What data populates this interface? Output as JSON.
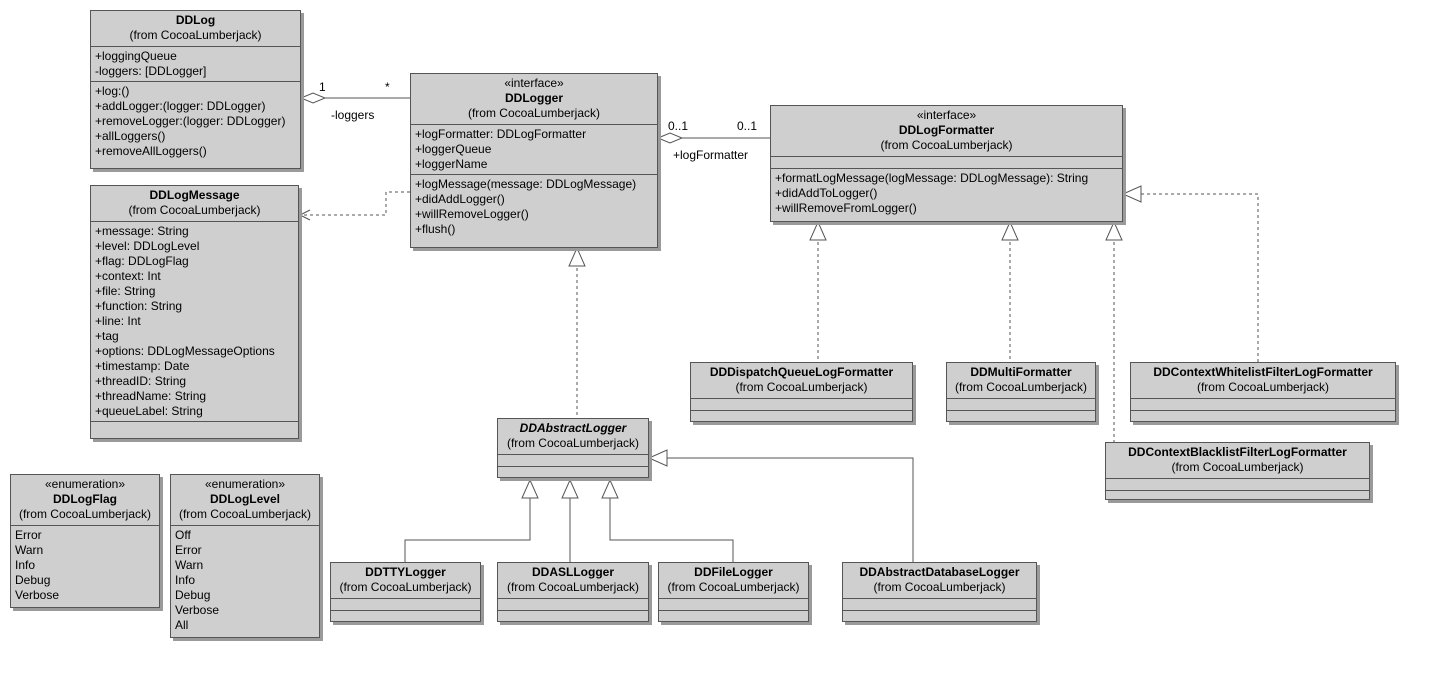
{
  "classes": {
    "ddlog": {
      "name": "DDLog",
      "from": "(from CocoaLumberjack)",
      "attributes": [
        "+loggingQueue",
        "-loggers: [DDLogger]"
      ],
      "operations": [
        "+log:()",
        "+addLogger:(logger: DDLogger)",
        "+removeLogger:(logger: DDLogger)",
        "+allLoggers()",
        "+removeAllLoggers()"
      ]
    },
    "ddlogmessage": {
      "name": "DDLogMessage",
      "from": "(from CocoaLumberjack)",
      "attributes": [
        "+message: String",
        "+level: DDLogLevel",
        "+flag: DDLogFlag",
        "+context: Int",
        "+file: String",
        "+function: String",
        "+line: Int",
        "+tag",
        "+options: DDLogMessageOptions",
        "+timestamp: Date",
        "+threadID: String",
        "+threadName: String",
        "+queueLabel: String"
      ]
    },
    "ddlogger": {
      "stereotype": "«interface»",
      "name": "DDLogger",
      "from": "(from CocoaLumberjack)",
      "attributes": [
        "+logFormatter: DDLogFormatter",
        "+loggerQueue",
        "+loggerName"
      ],
      "operations": [
        "+logMessage(message: DDLogMessage)",
        "+didAddLogger()",
        "+willRemoveLogger()",
        "+flush()"
      ]
    },
    "ddlogformatter": {
      "stereotype": "«interface»",
      "name": "DDLogFormatter",
      "from": "(from CocoaLumberjack)",
      "operations": [
        "+formatLogMessage(logMessage: DDLogMessage): String",
        "+didAddToLogger()",
        "+willRemoveFromLogger()"
      ]
    },
    "ddlogflag": {
      "stereotype": "«enumeration»",
      "name": "DDLogFlag",
      "from": "(from CocoaLumberjack)",
      "literals": [
        "Error",
        "Warn",
        "Info",
        "Debug",
        "Verbose"
      ]
    },
    "ddloglevel": {
      "stereotype": "«enumeration»",
      "name": "DDLogLevel",
      "from": "(from CocoaLumberjack)",
      "literals": [
        "Off",
        "Error",
        "Warn",
        "Info",
        "Debug",
        "Verbose",
        "All"
      ]
    },
    "ddabstractlogger": {
      "name": "DDAbstractLogger",
      "from": "(from CocoaLumberjack)"
    },
    "ddttylogger": {
      "name": "DDTTYLogger",
      "from": "(from CocoaLumberjack)"
    },
    "ddasllogger": {
      "name": "DDASLLogger",
      "from": "(from CocoaLumberjack)"
    },
    "ddfilelogger": {
      "name": "DDFileLogger",
      "from": "(from CocoaLumberjack)"
    },
    "ddabstractdatabaselogger": {
      "name": "DDAbstractDatabaseLogger",
      "from": "(from CocoaLumberjack)"
    },
    "dddispatchqueuelogformatter": {
      "name": "DDDispatchQueueLogFormatter",
      "from": "(from CocoaLumberjack)"
    },
    "ddmultiformatter": {
      "name": "DDMultiFormatter",
      "from": "(from CocoaLumberjack)"
    },
    "ddcontextwhitelist": {
      "name": "DDContextWhitelistFilterLogFormatter",
      "from": "(from CocoaLumberjack)"
    },
    "ddcontextblacklist": {
      "name": "DDContextBlacklistFilterLogFormatter",
      "from": "(from CocoaLumberjack)"
    }
  },
  "labels": {
    "loggers_mult_one": "1",
    "loggers_mult_many": "*",
    "loggers_role": "-loggers",
    "formatter_mult_left": "0..1",
    "formatter_mult_right": "0..1",
    "formatter_role": "+logFormatter"
  },
  "colors": {
    "class_fill": "#cfcfcf",
    "border": "#555555",
    "shadow": "#9a9a9a"
  }
}
